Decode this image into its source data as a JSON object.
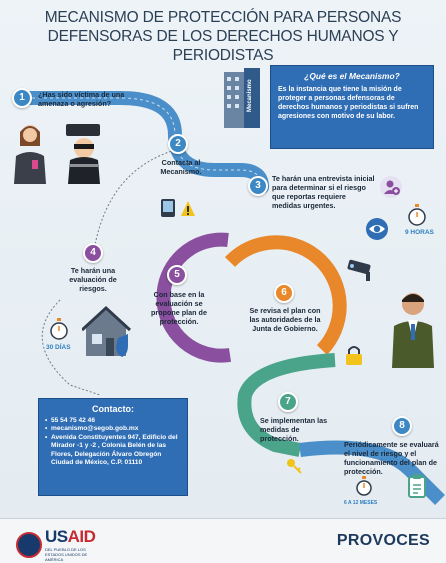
{
  "title": {
    "line1": "MECANISMO DE PROTECCIÓN PARA PERSONAS",
    "line2": "DEFENSORAS DE LOS DERECHOS HUMANOS Y PERIODISTAS"
  },
  "what": {
    "heading": "¿Qué es el Mecanismo?",
    "body": "Es la instancia que tiene la misión de proteger a personas defensoras de derechos humanos y periodistas si sufren agresiones con motivo de su labor."
  },
  "building_label": "Mecanismo",
  "steps": [
    {
      "number": "1",
      "text": "¿Has sido víctima de una amenaza o agresión?"
    },
    {
      "number": "2",
      "text": "Contacta al Mecanismo."
    },
    {
      "number": "3",
      "text": "Te harán una entrevista inicial para determinar si el riesgo que reportas requiere medidas urgentes."
    },
    {
      "number": "4",
      "text": "Te harán una evaluación de riesgos."
    },
    {
      "number": "5",
      "text": "Con base en la evaluación se propone plan de protección."
    },
    {
      "number": "6",
      "text": "Se revisa el plan con las autoridades de la Junta de Gobierno."
    },
    {
      "number": "7",
      "text": "Se implementan las medidas de protección."
    },
    {
      "number": "8",
      "text": "Periódicamente se evaluará el nivel de riesgo y el funcionamiento del plan de protección."
    }
  ],
  "timers": {
    "hours": "9 HORAS",
    "days": "30 DÍAS",
    "months": "6 A 12 MESES"
  },
  "contact": {
    "heading": "Contacto:",
    "items": [
      "55 54 75 42 46",
      "mecanismo@segob.gob.mx",
      "Avenida Constituyentes 947, Edificio del Mirador -1 y -2 , Colonia Belén de las Flores, Delegación Álvaro Obregón Ciudad de México, C.P. 01110"
    ]
  },
  "footer": {
    "usaid_u": "US",
    "usaid_aid": "AID",
    "usaid_sub": "DEL PUEBLO DE LOS ESTADOS UNIDOS DE AMÉRICA",
    "provoces": "PROVOCES"
  },
  "colors": {
    "path_blue": "#4a8fc9",
    "path_purple": "#8a4f9e",
    "path_orange": "#e8882a",
    "path_teal": "#4aa48a",
    "box_blue": "#2f6db5"
  },
  "icons": [
    "woman-icon",
    "hacker-icon",
    "building-icon",
    "phone-icon",
    "alert-icon",
    "user-add-icon",
    "eye-icon",
    "stopwatch-icon",
    "house-shield-icon",
    "cctv-icon",
    "lock-icon",
    "journalist-icon",
    "key-icon",
    "clipboard-icon"
  ]
}
